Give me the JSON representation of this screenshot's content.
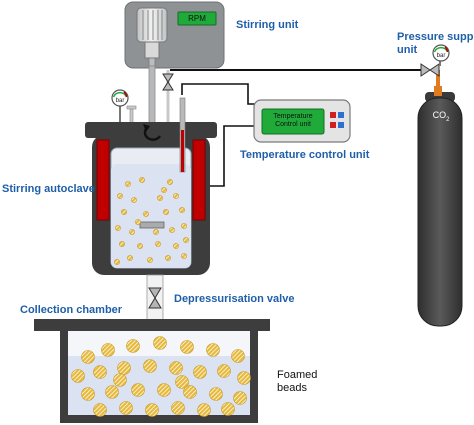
{
  "labels": {
    "stirring_unit": "Stirring unit",
    "pressure_supply_line1": "Pressure supply",
    "pressure_supply_line2": "unit",
    "temperature_control_unit": "Temperature control unit",
    "stirring_autoclave": "Stirring autoclave",
    "depressurisation_valve": "Depressurisation valve",
    "collection_chamber": "Collection chamber",
    "foamed_beads_line1": "Foamed",
    "foamed_beads_line2": "beads"
  },
  "displays": {
    "rpm": "RPM",
    "tcu_line1": "Temperature",
    "tcu_line2": "Control unit",
    "gauge_left": "bar",
    "gauge_right": "bar",
    "cylinder_gas": "CO",
    "cylinder_gas_sub": "2"
  },
  "colors": {
    "label_blue": "#1f5fa8",
    "motor_box": "#8f9295",
    "display_green": "#1faa3a",
    "heater_red": "#c00000",
    "vessel_dark": "#3d3d3d",
    "liquid": "#dbe3f3",
    "co2_cylinder": "#4a4a4a",
    "supply_pipe": "#e07b1f",
    "bead": "#e6b93a"
  }
}
